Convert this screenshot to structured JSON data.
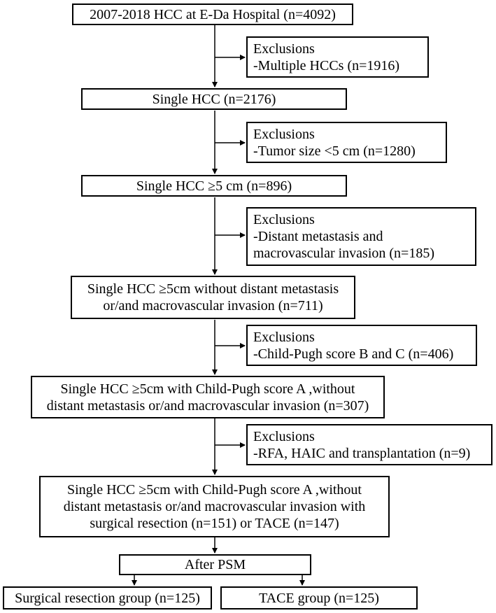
{
  "flow": {
    "start": "2007-2018 HCC at E-Da Hospital (n=4092)",
    "step1": "Single HCC (n=2176)",
    "step2": "Single HCC ≥5 cm (n=896)",
    "step3": [
      "Single HCC ≥5cm without distant metastasis",
      "or/and macrovascular invasion (n=711)"
    ],
    "step4": [
      "Single HCC ≥5cm  with Child-Pugh score A ,without",
      "distant metastasis or/and macrovascular invasion (n=307)"
    ],
    "step5": [
      "Single HCC ≥5cm  with Child-Pugh score A ,without",
      "distant metastasis or/and macrovascular invasion with",
      "surgical resection (n=151) or TACE (n=147)"
    ],
    "psm": "After PSM",
    "group_surgical": "Surgical resection group (n=125)",
    "group_tace": "TACE group (n=125)"
  },
  "exclusions": [
    {
      "title": "Exclusions",
      "lines": [
        "-Multiple HCCs (n=1916)"
      ]
    },
    {
      "title": "Exclusions",
      "lines": [
        "-Tumor size <5 cm (n=1280)"
      ]
    },
    {
      "title": "Exclusions",
      "lines": [
        "-Distant metastasis and",
        "macrovascular invasion (n=185)"
      ]
    },
    {
      "title": "Exclusions",
      "lines": [
        "-Child-Pugh score B and C (n=406)"
      ]
    },
    {
      "title": "Exclusions",
      "lines": [
        "-RFA, HAIC and transplantation (n=9)"
      ]
    }
  ]
}
